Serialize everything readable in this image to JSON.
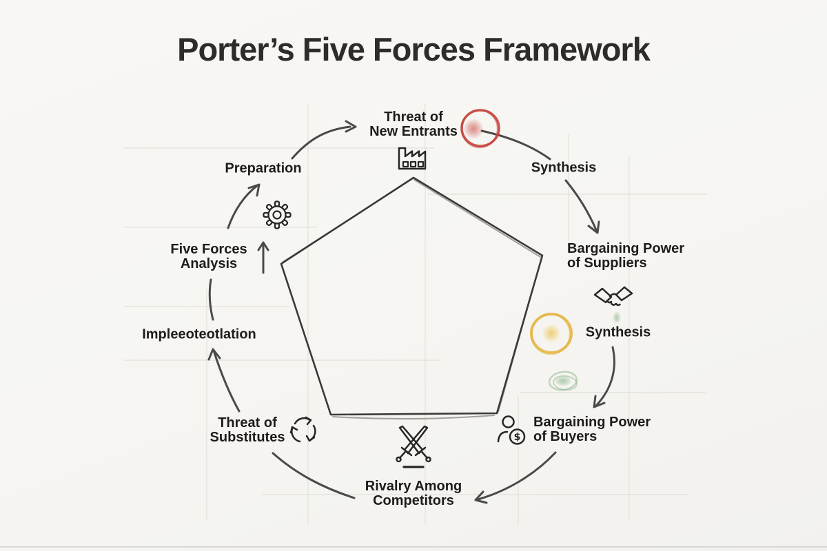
{
  "title": "Porter’s Five Forces Framework",
  "diagram": {
    "shape": "pentagon",
    "forces": {
      "new_entrants": "Threat of\nNew Entrants",
      "suppliers": "Bargaining Power\nof Suppliers",
      "buyers": "Bargaining Power\nof Buyers",
      "rivalry": "Rivalry Among\nCompetitors",
      "substitutes": "Threat of\nSubstitutes"
    },
    "process_labels": {
      "preparation": "Preparation",
      "five_forces_analysis": "Five Forces\nAnalysis",
      "implementation": "Impleeoteotlation",
      "synthesis_top": "Synthesis",
      "synthesis_right": "Synthesis"
    },
    "icons": {
      "new_entrants": "factory-icon",
      "preparation": "gear-icon",
      "suppliers": "handshake-icon",
      "buyers": "person-dollar-icon",
      "rivalry": "crossed-swords-icon",
      "substitutes": "recycle-arrows-icon",
      "five_forces_analysis": "up-arrow-icon",
      "dollar_sign": "$"
    }
  },
  "colors": {
    "bg": "#f7f6f2",
    "ink": "#1d1c1b",
    "title": "#2e2b2a",
    "sketch": "#4a4a48",
    "grid": "#dcd9d3",
    "red": "#c4423c",
    "yellow": "#e3b440",
    "green": "#7fae7f"
  }
}
